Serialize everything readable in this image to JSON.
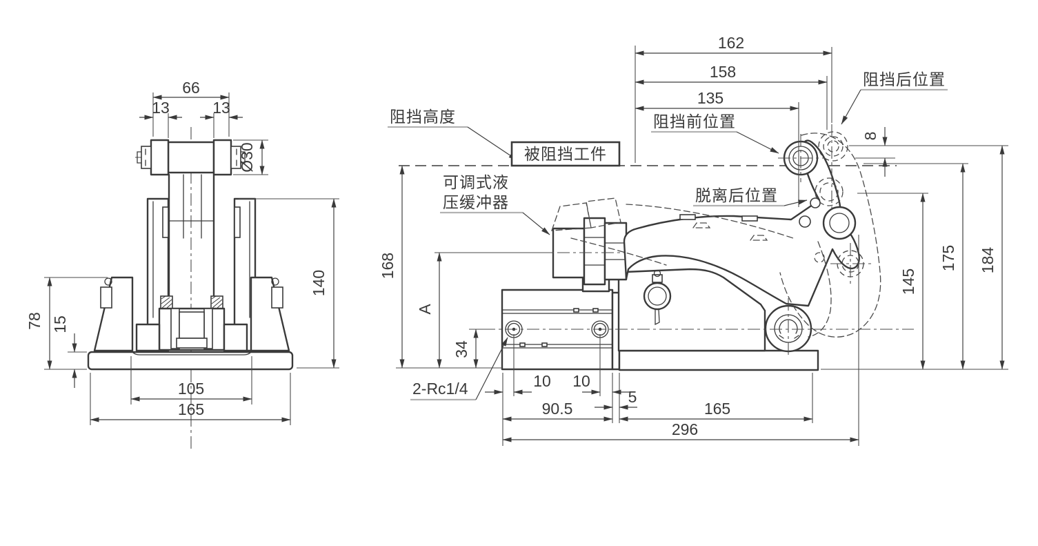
{
  "title": "stopper-cylinder-technical-drawing",
  "colors": {
    "line": "#3a3a3a",
    "background": "#ffffff",
    "label_underline": "#b2b2b2"
  },
  "front_view": {
    "dims": {
      "roller_span": "66",
      "roller_width_left": "13",
      "roller_width_right": "13",
      "roller_diameter": "Ø30",
      "bracket_height": "140",
      "body_height": "78",
      "base_thickness": "15",
      "mount_span": "105",
      "base_width": "165"
    }
  },
  "side_view": {
    "dims": {
      "reach_after_stop": "162",
      "reach_at_stop": "158",
      "reach_before_stop": "135",
      "roller_rise": "8",
      "stop_height": "168",
      "adjustable_height": "A",
      "port_center_height": "34",
      "height_release": "145",
      "height_workpiece": "175",
      "height_after_stop": "184",
      "port_offset_left": "10",
      "port_offset_right": "10",
      "cap_width": "5",
      "cylinder_width": "90.5",
      "base_length": "165",
      "overall_length": "296"
    },
    "port_spec": "2-Rc1/4"
  },
  "labels": {
    "stop_height": "阻挡高度",
    "blocked_workpiece": "被阻挡工件",
    "adjustable_buffer_line1": "可调式液",
    "adjustable_buffer_line2": "压缓冲器",
    "position_before_stop": "阻挡前位置",
    "position_after_stop": "阻挡后位置",
    "position_after_release": "脱离后位置"
  }
}
